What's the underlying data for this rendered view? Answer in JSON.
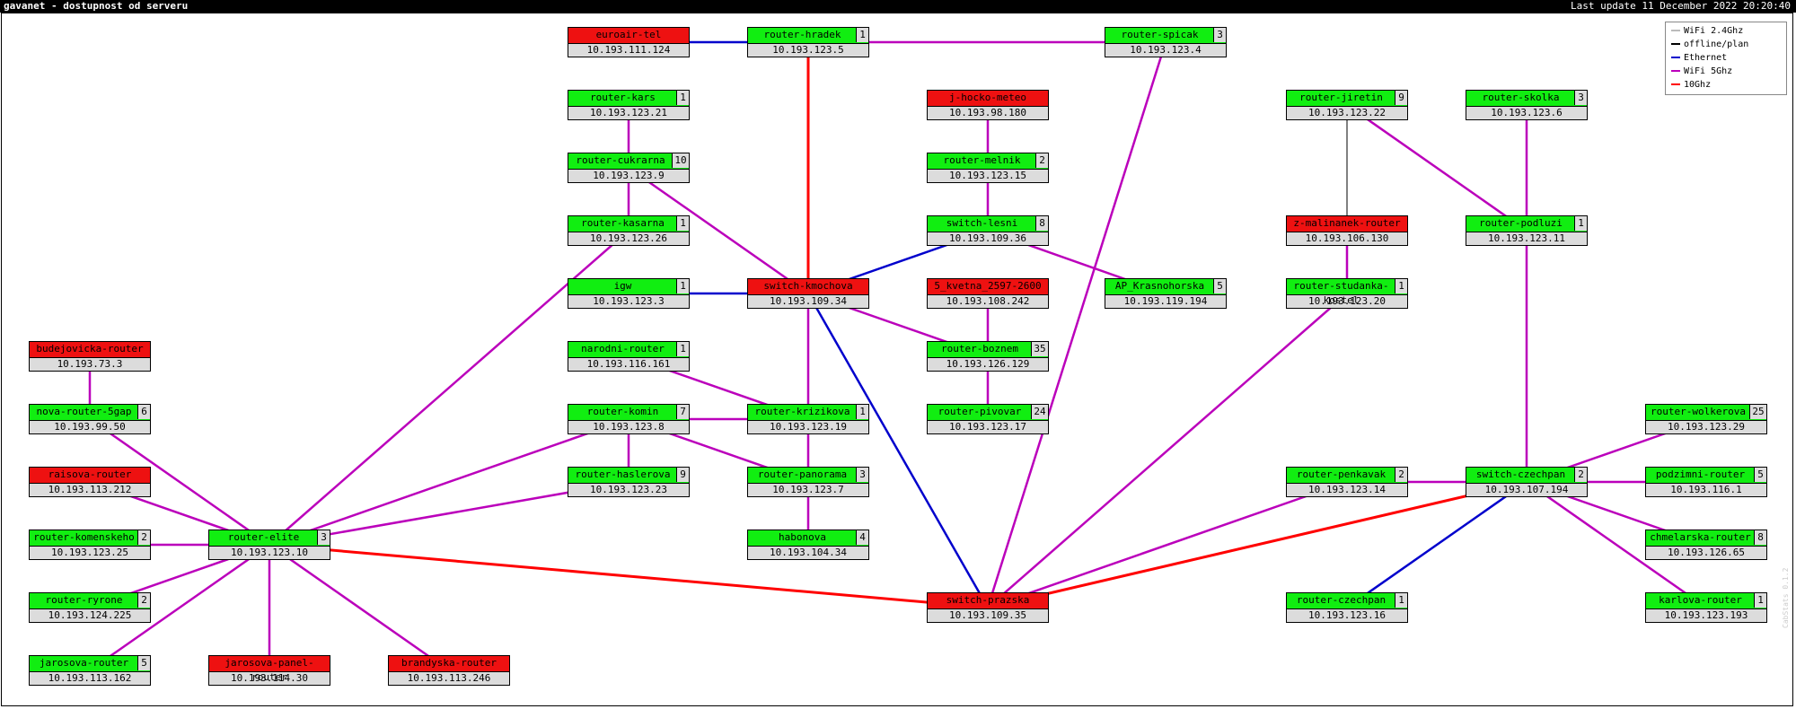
{
  "header": {
    "title": "gavanet - dostupnost od serveru",
    "updated": "Last update 11 December 2022 20:20:40"
  },
  "legend": [
    {
      "label": "WiFi 2.4Ghz",
      "color": "#bbbbbb"
    },
    {
      "label": "offline/plan",
      "color": "#000000"
    },
    {
      "label": "Ethernet",
      "color": "#0000cc"
    },
    {
      "label": "WiFi 5Ghz",
      "color": "#bb00bb"
    },
    {
      "label": "10Ghz",
      "color": "#ff0000"
    }
  ],
  "version": "CabStats 0.1.2",
  "colors": {
    "up": "#11ee11",
    "down": "#ee1111",
    "box": "#dcdcdc",
    "ethernet": "#0000cc",
    "wifi5": "#bb00bb",
    "ghz10": "#ff0000",
    "offline": "#000000"
  },
  "nodes": [
    {
      "id": "euroair-tel",
      "name": "euroair-tel",
      "ip": "10.193.111.124",
      "count": "",
      "status": "down"
    },
    {
      "id": "router-hradek",
      "name": "router-hradek",
      "ip": "10.193.123.5",
      "count": "1",
      "status": "up"
    },
    {
      "id": "router-spicak",
      "name": "router-spicak",
      "ip": "10.193.123.4",
      "count": "3",
      "status": "up"
    },
    {
      "id": "router-kars",
      "name": "router-kars",
      "ip": "10.193.123.21",
      "count": "1",
      "status": "up"
    },
    {
      "id": "j-hocko-meteo",
      "name": "j-hocko-meteo",
      "ip": "10.193.98.180",
      "count": "",
      "status": "down"
    },
    {
      "id": "router-jiretin",
      "name": "router-jiretin",
      "ip": "10.193.123.22",
      "count": "9",
      "status": "up"
    },
    {
      "id": "router-skolka",
      "name": "router-skolka",
      "ip": "10.193.123.6",
      "count": "3",
      "status": "up"
    },
    {
      "id": "router-cukrarna",
      "name": "router-cukrarna",
      "ip": "10.193.123.9",
      "count": "10",
      "status": "up"
    },
    {
      "id": "router-melnik",
      "name": "router-melnik",
      "ip": "10.193.123.15",
      "count": "2",
      "status": "up"
    },
    {
      "id": "router-kasarna",
      "name": "router-kasarna",
      "ip": "10.193.123.26",
      "count": "1",
      "status": "up"
    },
    {
      "id": "switch-lesni",
      "name": "switch-lesni",
      "ip": "10.193.109.36",
      "count": "8",
      "status": "up"
    },
    {
      "id": "z-malinanek-router",
      "name": "z-malinanek-router",
      "ip": "10.193.106.130",
      "count": "",
      "status": "down"
    },
    {
      "id": "router-podluzi",
      "name": "router-podluzi",
      "ip": "10.193.123.11",
      "count": "1",
      "status": "up"
    },
    {
      "id": "igw",
      "name": "igw",
      "ip": "10.193.123.3",
      "count": "1",
      "status": "up"
    },
    {
      "id": "switch-kmochova",
      "name": "switch-kmochova",
      "ip": "10.193.109.34",
      "count": "",
      "status": "down"
    },
    {
      "id": "5-kvetna",
      "name": "5_kvetna_2597-2600",
      "ip": "10.193.108.242",
      "count": "",
      "status": "down"
    },
    {
      "id": "ap-krasnohorska",
      "name": "AP_Krasnohorska",
      "ip": "10.193.119.194",
      "count": "5",
      "status": "up"
    },
    {
      "id": "router-studanka-kostel",
      "name": "router-studanka-kostel",
      "ip": "10.193.123.20",
      "count": "1",
      "status": "up"
    },
    {
      "id": "budejovicka-router",
      "name": "budejovicka-router",
      "ip": "10.193.73.3",
      "count": "",
      "status": "down"
    },
    {
      "id": "narodni-router",
      "name": "narodni-router",
      "ip": "10.193.116.161",
      "count": "1",
      "status": "up"
    },
    {
      "id": "router-boznem",
      "name": "router-boznem",
      "ip": "10.193.126.129",
      "count": "35",
      "status": "up"
    },
    {
      "id": "nova-router-5gap",
      "name": "nova-router-5gap",
      "ip": "10.193.99.50",
      "count": "6",
      "status": "up"
    },
    {
      "id": "router-komin",
      "name": "router-komin",
      "ip": "10.193.123.8",
      "count": "7",
      "status": "up"
    },
    {
      "id": "router-krizikova",
      "name": "router-krizikova",
      "ip": "10.193.123.19",
      "count": "1",
      "status": "up"
    },
    {
      "id": "router-pivovar",
      "name": "router-pivovar",
      "ip": "10.193.123.17",
      "count": "24",
      "status": "up"
    },
    {
      "id": "router-wolkerova",
      "name": "router-wolkerova",
      "ip": "10.193.123.29",
      "count": "25",
      "status": "up"
    },
    {
      "id": "raisova-router",
      "name": "raisova-router",
      "ip": "10.193.113.212",
      "count": "",
      "status": "down"
    },
    {
      "id": "router-haslerova",
      "name": "router-haslerova",
      "ip": "10.193.123.23",
      "count": "9",
      "status": "up"
    },
    {
      "id": "router-panorama",
      "name": "router-panorama",
      "ip": "10.193.123.7",
      "count": "3",
      "status": "up"
    },
    {
      "id": "router-penkavak",
      "name": "router-penkavak",
      "ip": "10.193.123.14",
      "count": "2",
      "status": "up"
    },
    {
      "id": "switch-czechpan",
      "name": "switch-czechpan",
      "ip": "10.193.107.194",
      "count": "2",
      "status": "up"
    },
    {
      "id": "podzimni-router",
      "name": "podzimni-router",
      "ip": "10.193.116.1",
      "count": "5",
      "status": "up"
    },
    {
      "id": "router-komenskeho",
      "name": "router-komenskeho",
      "ip": "10.193.123.25",
      "count": "2",
      "status": "up"
    },
    {
      "id": "router-elite",
      "name": "router-elite",
      "ip": "10.193.123.10",
      "count": "3",
      "status": "up"
    },
    {
      "id": "habonova",
      "name": "habonova",
      "ip": "10.193.104.34",
      "count": "4",
      "status": "up"
    },
    {
      "id": "chmelarska-router",
      "name": "chmelarska-router",
      "ip": "10.193.126.65",
      "count": "8",
      "status": "up"
    },
    {
      "id": "router-ryrone",
      "name": "router-ryrone",
      "ip": "10.193.124.225",
      "count": "2",
      "status": "up"
    },
    {
      "id": "switch-prazska",
      "name": "switch-prazska",
      "ip": "10.193.109.35",
      "count": "",
      "status": "down"
    },
    {
      "id": "router-czechpan",
      "name": "router-czechpan",
      "ip": "10.193.123.16",
      "count": "1",
      "status": "up"
    },
    {
      "id": "karlova-router",
      "name": "karlova-router",
      "ip": "10.193.123.193",
      "count": "1",
      "status": "up"
    },
    {
      "id": "jarosova-router",
      "name": "jarosova-router",
      "ip": "10.193.113.162",
      "count": "5",
      "status": "up"
    },
    {
      "id": "jarosova-panel-router",
      "name": "jarosova-panel-router",
      "ip": "10.193.114.30",
      "count": "",
      "status": "down"
    },
    {
      "id": "brandyska-router",
      "name": "brandyska-router",
      "ip": "10.193.113.246",
      "count": "",
      "status": "down"
    }
  ],
  "links": [
    {
      "from": "euroair-tel",
      "to": "router-hradek",
      "type": "ethernet"
    },
    {
      "from": "router-hradek",
      "to": "router-spicak",
      "type": "wifi5"
    },
    {
      "from": "router-hradek",
      "to": "switch-kmochova",
      "type": "ghz10"
    },
    {
      "from": "router-kars",
      "to": "router-cukrarna",
      "type": "wifi5"
    },
    {
      "from": "router-cukrarna",
      "to": "router-kasarna",
      "type": "wifi5"
    },
    {
      "from": "router-cukrarna",
      "to": "switch-kmochova",
      "type": "wifi5"
    },
    {
      "from": "router-kasarna",
      "to": "router-elite",
      "type": "wifi5"
    },
    {
      "from": "j-hocko-meteo",
      "to": "router-melnik",
      "type": "wifi5"
    },
    {
      "from": "router-melnik",
      "to": "switch-lesni",
      "type": "wifi5"
    },
    {
      "from": "switch-lesni",
      "to": "switch-kmochova",
      "type": "ethernet"
    },
    {
      "from": "switch-lesni",
      "to": "ap-krasnohorska",
      "type": "wifi5"
    },
    {
      "from": "igw",
      "to": "switch-kmochova",
      "type": "ethernet"
    },
    {
      "from": "switch-kmochova",
      "to": "router-krizikova",
      "type": "wifi5"
    },
    {
      "from": "switch-kmochova",
      "to": "router-boznem",
      "type": "wifi5"
    },
    {
      "from": "switch-kmochova",
      "to": "switch-prazska",
      "type": "ethernet"
    },
    {
      "from": "5-kvetna",
      "to": "router-boznem",
      "type": "wifi5"
    },
    {
      "from": "router-boznem",
      "to": "router-pivovar",
      "type": "wifi5"
    },
    {
      "from": "router-spicak",
      "to": "switch-prazska",
      "type": "wifi5"
    },
    {
      "from": "router-jiretin",
      "to": "z-malinanek-router",
      "type": "offline"
    },
    {
      "from": "router-jiretin",
      "to": "router-podluzi",
      "type": "wifi5"
    },
    {
      "from": "router-skolka",
      "to": "router-podluzi",
      "type": "wifi5"
    },
    {
      "from": "z-malinanek-router",
      "to": "router-studanka-kostel",
      "type": "wifi5"
    },
    {
      "from": "router-studanka-kostel",
      "to": "switch-prazska",
      "type": "wifi5"
    },
    {
      "from": "router-podluzi",
      "to": "switch-czechpan",
      "type": "wifi5"
    },
    {
      "from": "narodni-router",
      "to": "router-krizikova",
      "type": "wifi5"
    },
    {
      "from": "router-komin",
      "to": "router-krizikova",
      "type": "wifi5"
    },
    {
      "from": "router-komin",
      "to": "router-haslerova",
      "type": "wifi5"
    },
    {
      "from": "router-komin",
      "to": "router-panorama",
      "type": "wifi5"
    },
    {
      "from": "router-komin",
      "to": "router-elite",
      "type": "wifi5"
    },
    {
      "from": "router-krizikova",
      "to": "router-panorama",
      "type": "wifi5"
    },
    {
      "from": "router-panorama",
      "to": "habonova",
      "type": "wifi5"
    },
    {
      "from": "router-haslerova",
      "to": "router-elite",
      "type": "wifi5"
    },
    {
      "from": "budejovicka-router",
      "to": "nova-router-5gap",
      "type": "wifi5"
    },
    {
      "from": "nova-router-5gap",
      "to": "router-elite",
      "type": "wifi5"
    },
    {
      "from": "raisova-router",
      "to": "router-elite",
      "type": "wifi5"
    },
    {
      "from": "router-komenskeho",
      "to": "router-elite",
      "type": "wifi5"
    },
    {
      "from": "router-ryrone",
      "to": "router-elite",
      "type": "wifi5"
    },
    {
      "from": "jarosova-router",
      "to": "router-elite",
      "type": "wifi5"
    },
    {
      "from": "jarosova-panel-router",
      "to": "router-elite",
      "type": "wifi5"
    },
    {
      "from": "brandyska-router",
      "to": "router-elite",
      "type": "wifi5"
    },
    {
      "from": "router-elite",
      "to": "switch-prazska",
      "type": "ghz10"
    },
    {
      "from": "router-penkavak",
      "to": "switch-prazska",
      "type": "wifi5"
    },
    {
      "from": "router-penkavak",
      "to": "switch-czechpan",
      "type": "wifi5"
    },
    {
      "from": "switch-czechpan",
      "to": "switch-prazska",
      "type": "ghz10"
    },
    {
      "from": "switch-czechpan",
      "to": "router-wolkerova",
      "type": "wifi5"
    },
    {
      "from": "switch-czechpan",
      "to": "podzimni-router",
      "type": "wifi5"
    },
    {
      "from": "switch-czechpan",
      "to": "chmelarska-router",
      "type": "wifi5"
    },
    {
      "from": "switch-czechpan",
      "to": "karlova-router",
      "type": "wifi5"
    },
    {
      "from": "switch-czechpan",
      "to": "router-czechpan",
      "type": "ethernet"
    }
  ]
}
